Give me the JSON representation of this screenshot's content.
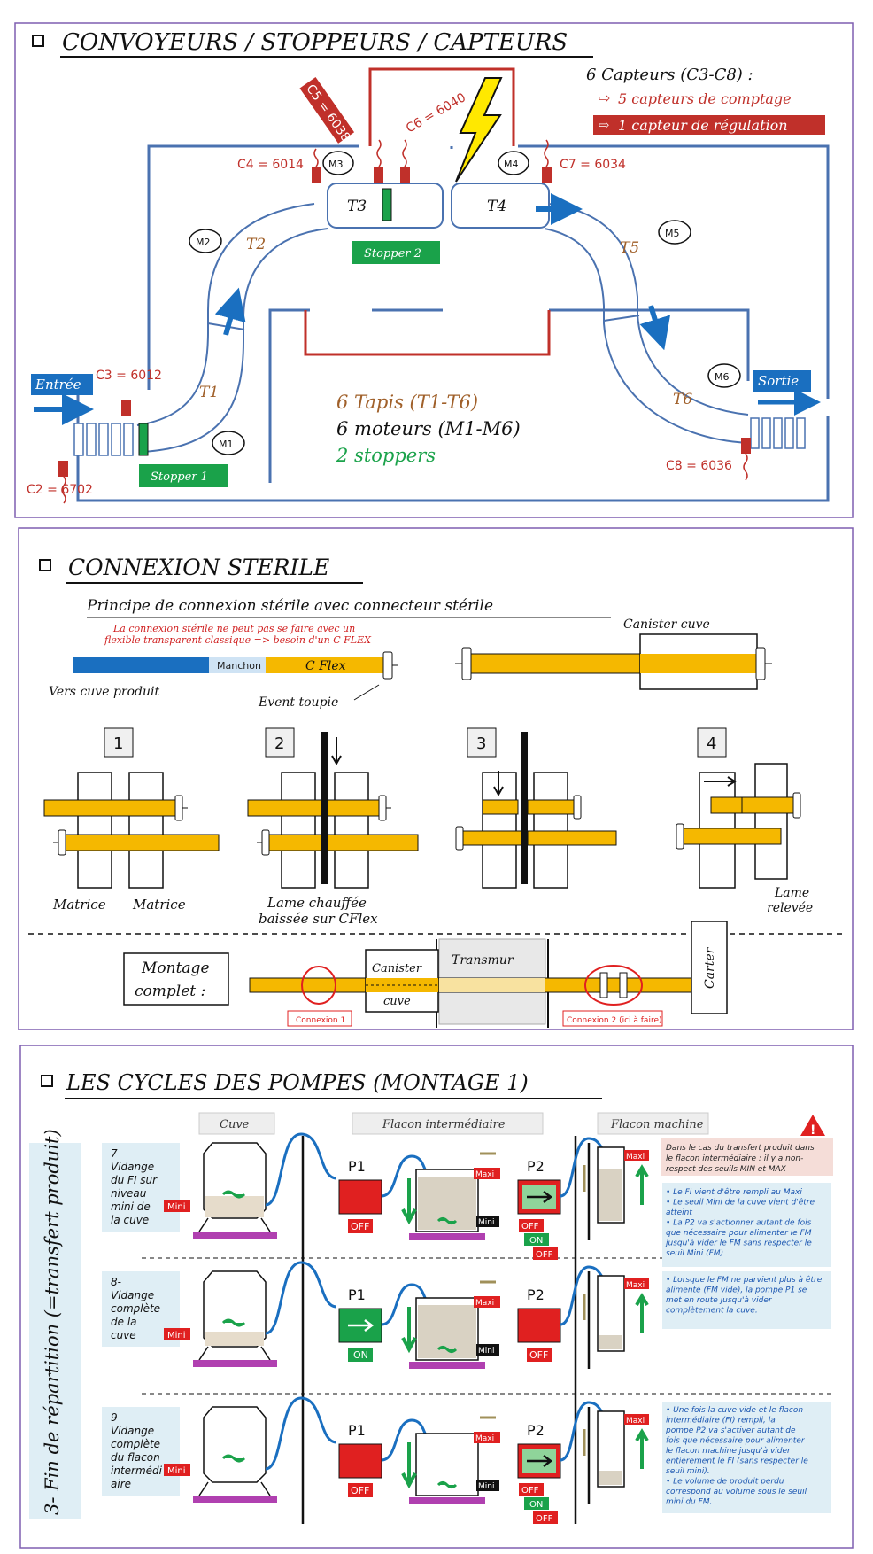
{
  "s1": {
    "title": "CONVOYEURS / STOPPEURS / CAPTEURS",
    "capteurs_title": "6 Capteurs (C3-C8) :",
    "capteurs_line1": "5 capteurs de comptage",
    "capteurs_line2": "1 capteur de régulation",
    "entree": "Entrée",
    "sortie": "Sortie",
    "tapis_label": "6 Tapis (T1-T6)",
    "moteurs_label": "6 moteurs (M1-M6)",
    "stoppers_label": "2 stoppers",
    "stopper1": "Stopper 1",
    "stopper2": "Stopper 2",
    "c2": "C2 = 6702",
    "c3": "C3 = 6012",
    "c4": "C4 = 6014",
    "c5": "C5 = 6038",
    "c6": "C6 = 6040",
    "c7": "C7 = 6034",
    "c8": "C8 = 6036",
    "t1": "T1",
    "t2": "T2",
    "t3": "T3",
    "t4": "T4",
    "t5": "T5",
    "t6": "T6",
    "m1": "M1",
    "m2": "M2",
    "m3": "M3",
    "m4": "M4",
    "m5": "M5",
    "m6": "M6",
    "colors": {
      "frame": "#7f5fb0",
      "blue": "#4a72b0",
      "red": "#c0302a",
      "green": "#1aa24a",
      "brown": "#a0602a"
    }
  },
  "s2": {
    "title": "CONNEXION STERILE",
    "subtitle": "Principe de connexion stérile avec connecteur stérile",
    "note": "La connexion stérile ne peut pas se faire avec un flexible transparent classique => besoin d'un C FLEX",
    "note_l1": "La connexion stérile ne peut pas se faire avec un",
    "note_l2": "flexible transparent classique => besoin d'un C FLEX",
    "manchon": "Manchon",
    "cflex": "C Flex",
    "vers_cuve": "Vers cuve produit",
    "event": "Event toupie",
    "canister_cuve": "Canister cuve",
    "steps": [
      "1",
      "2",
      "3",
      "4"
    ],
    "matrice": "Matrice",
    "lame1": "Lame chauffée",
    "lame2": "baissée sur CFlex",
    "lame_rel1": "Lame",
    "lame_rel2": "relevée",
    "montage1": "Montage",
    "montage2": "complet :",
    "canister": "Canister",
    "cuve": "cuve",
    "transmur": "Transmur",
    "carter": "Carter",
    "connexion1": "Connexion 1",
    "connexion2": "Connexion 2 (ici à faire)"
  },
  "s3": {
    "title": "LES CYCLES DES POMPES (MONTAGE 1)",
    "col_cuve": "Cuve",
    "col_flacon_int": "Flacon intermédiaire",
    "col_flacon_machine": "Flacon machine",
    "side_label": "3- Fin de répartition (=transfert produit)",
    "p1": "P1",
    "p2": "P2",
    "off": "OFF",
    "on": "ON",
    "mini": "Mini",
    "maxi": "Maxi",
    "row7": {
      "label": "7- Vidange du FI sur niveau mini de la cuve",
      "lines": [
        "7-",
        "Vidange",
        "du FI sur",
        "niveau",
        "mini de",
        "la cuve"
      ]
    },
    "row8": {
      "label": "8- Vidange complète de la cuve",
      "lines": [
        "8-",
        "Vidange",
        "complète",
        "de la",
        "cuve"
      ]
    },
    "row9": {
      "label": "9- Vidange complète du flacon intermédiaire",
      "lines": [
        "9-",
        "Vidange",
        "complète",
        "du flacon",
        "intermédi",
        "aire"
      ]
    },
    "warning_icon": "!",
    "warning_note": "Dans le cas du transfert produit dans le flacon intermédiaire : il y a non-respect des seuils MIN et MAX",
    "warning_lines": [
      "Dans le cas du transfert produit dans",
      "le flacon intermédiaire : il y a non-",
      "respect des seuils MIN et MAX"
    ],
    "note7_lines": [
      "• Le FI vient d'être rempli au Maxi",
      "• Le seuil Mini de la cuve vient d'être",
      "  atteint",
      "• La P2 va s'actionner autant de fois",
      "  que nécessaire pour alimenter le FM",
      "  jusqu'à vider le FM sans respecter le",
      "  seuil Mini (FM)"
    ],
    "note8_lines": [
      "• Lorsque le FM ne parvient plus à être",
      "  alimenté (FM vide), la pompe P1 se",
      "  met en route jusqu'à vider",
      "  complètement la cuve."
    ],
    "note9_lines": [
      "• Une fois la cuve vide et le flacon",
      "  intermédiaire (FI) rempli, la",
      "  pompe P2 va s'activer autant de",
      "  fois que nécessaire pour alimenter",
      "  le flacon machine jusqu'à vider",
      "  entièrement le FI (sans respecter le",
      "  seuil mini).",
      "• Le volume de produit perdu",
      "  correspond au volume sous le seuil",
      "  mini du FM."
    ]
  }
}
